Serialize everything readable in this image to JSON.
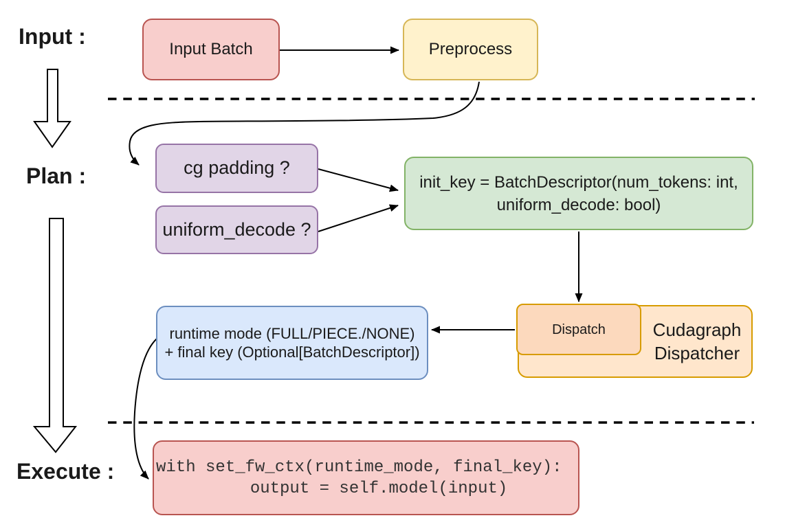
{
  "title": "Cudagraph dispatch flow diagram",
  "stages": {
    "input": {
      "label": "Input :"
    },
    "plan": {
      "label": "Plan :"
    },
    "execute": {
      "label": "Execute :"
    }
  },
  "nodes": {
    "input_batch": {
      "label": "Input Batch"
    },
    "preprocess": {
      "label": "Preprocess"
    },
    "cg_padding": {
      "label": "cg padding ?"
    },
    "uniform_decode": {
      "label": "uniform_decode ?"
    },
    "init_key": {
      "label": "init_key = BatchDescriptor(num_tokens: int,\nuniform_decode: bool)"
    },
    "dispatch": {
      "label": "Dispatch"
    },
    "cudagraph_dispatcher": {
      "label": "Cudagraph\nDispatcher"
    },
    "runtime_mode": {
      "label": "runtime mode (FULL/PIECE./NONE)\n+ final key (Optional[BatchDescriptor])"
    },
    "execute_code": {
      "code": "with set_fw_ctx(runtime_mode, final_key):\n    output = self.model(input)"
    }
  },
  "colors": {
    "red_fill": "#f8cecc",
    "red_stroke": "#b85450",
    "yellow_fill": "#fff2cc",
    "yellow_stroke": "#d6b656",
    "purple_fill": "#e1d5e7",
    "purple_stroke": "#9673a6",
    "green_fill": "#d5e8d4",
    "green_stroke": "#82b366",
    "blue_fill": "#dae8fc",
    "blue_stroke": "#6c8ebf",
    "orange_light_fill": "#ffe6cc",
    "orange_mid_fill": "#fcd9bd",
    "orange_stroke": "#d79b00",
    "arrow": "#000000",
    "text": "#1a1a1a",
    "code_text": "#333333"
  }
}
